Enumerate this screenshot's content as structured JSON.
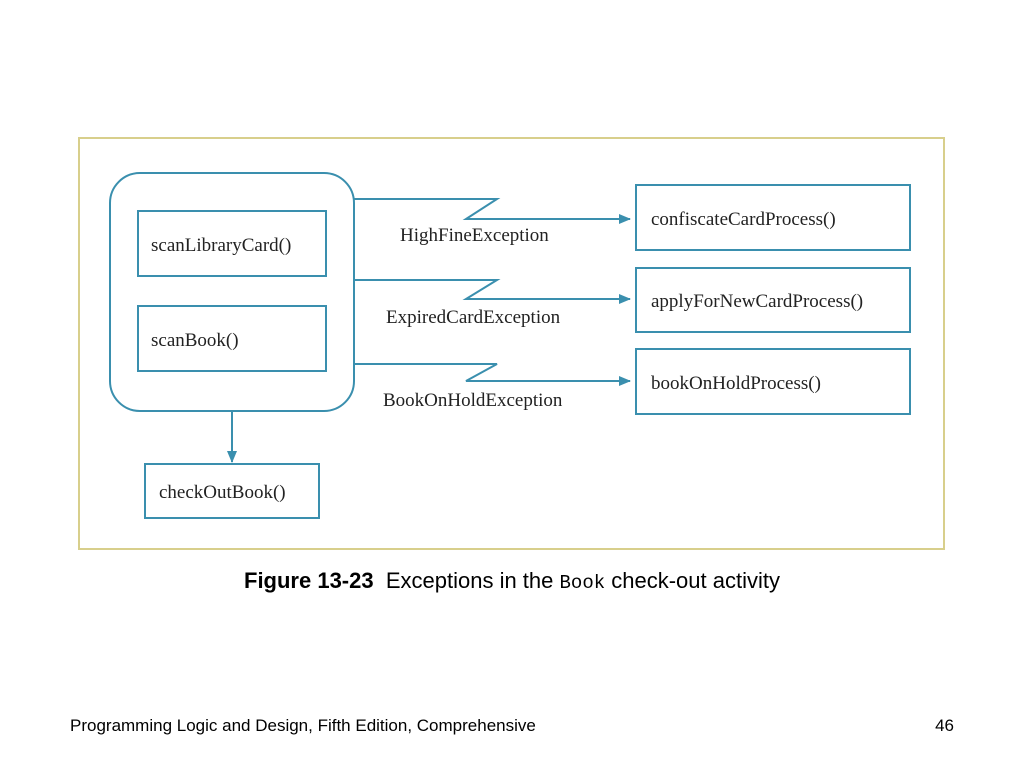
{
  "diagram": {
    "left_actions": [
      "scanLibraryCard()",
      "scanBook()"
    ],
    "exceptions": [
      {
        "name": "HighFineException",
        "handler": "confiscateCardProcess()"
      },
      {
        "name": "ExpiredCardException",
        "handler": "applyForNewCardProcess()"
      },
      {
        "name": "BookOnHoldException",
        "handler": "bookOnHoldProcess()"
      }
    ],
    "next_action": "checkOutBook()",
    "colors": {
      "stroke": "#3a8fae",
      "frame": "#d8cf8c",
      "text": "#222222"
    }
  },
  "caption": {
    "label": "Figure 13-23",
    "text_before": "Exceptions in the",
    "code": "Book",
    "text_after": "check-out activity"
  },
  "footer": {
    "title": "Programming Logic and Design, Fifth Edition, Comprehensive",
    "page": "46"
  }
}
